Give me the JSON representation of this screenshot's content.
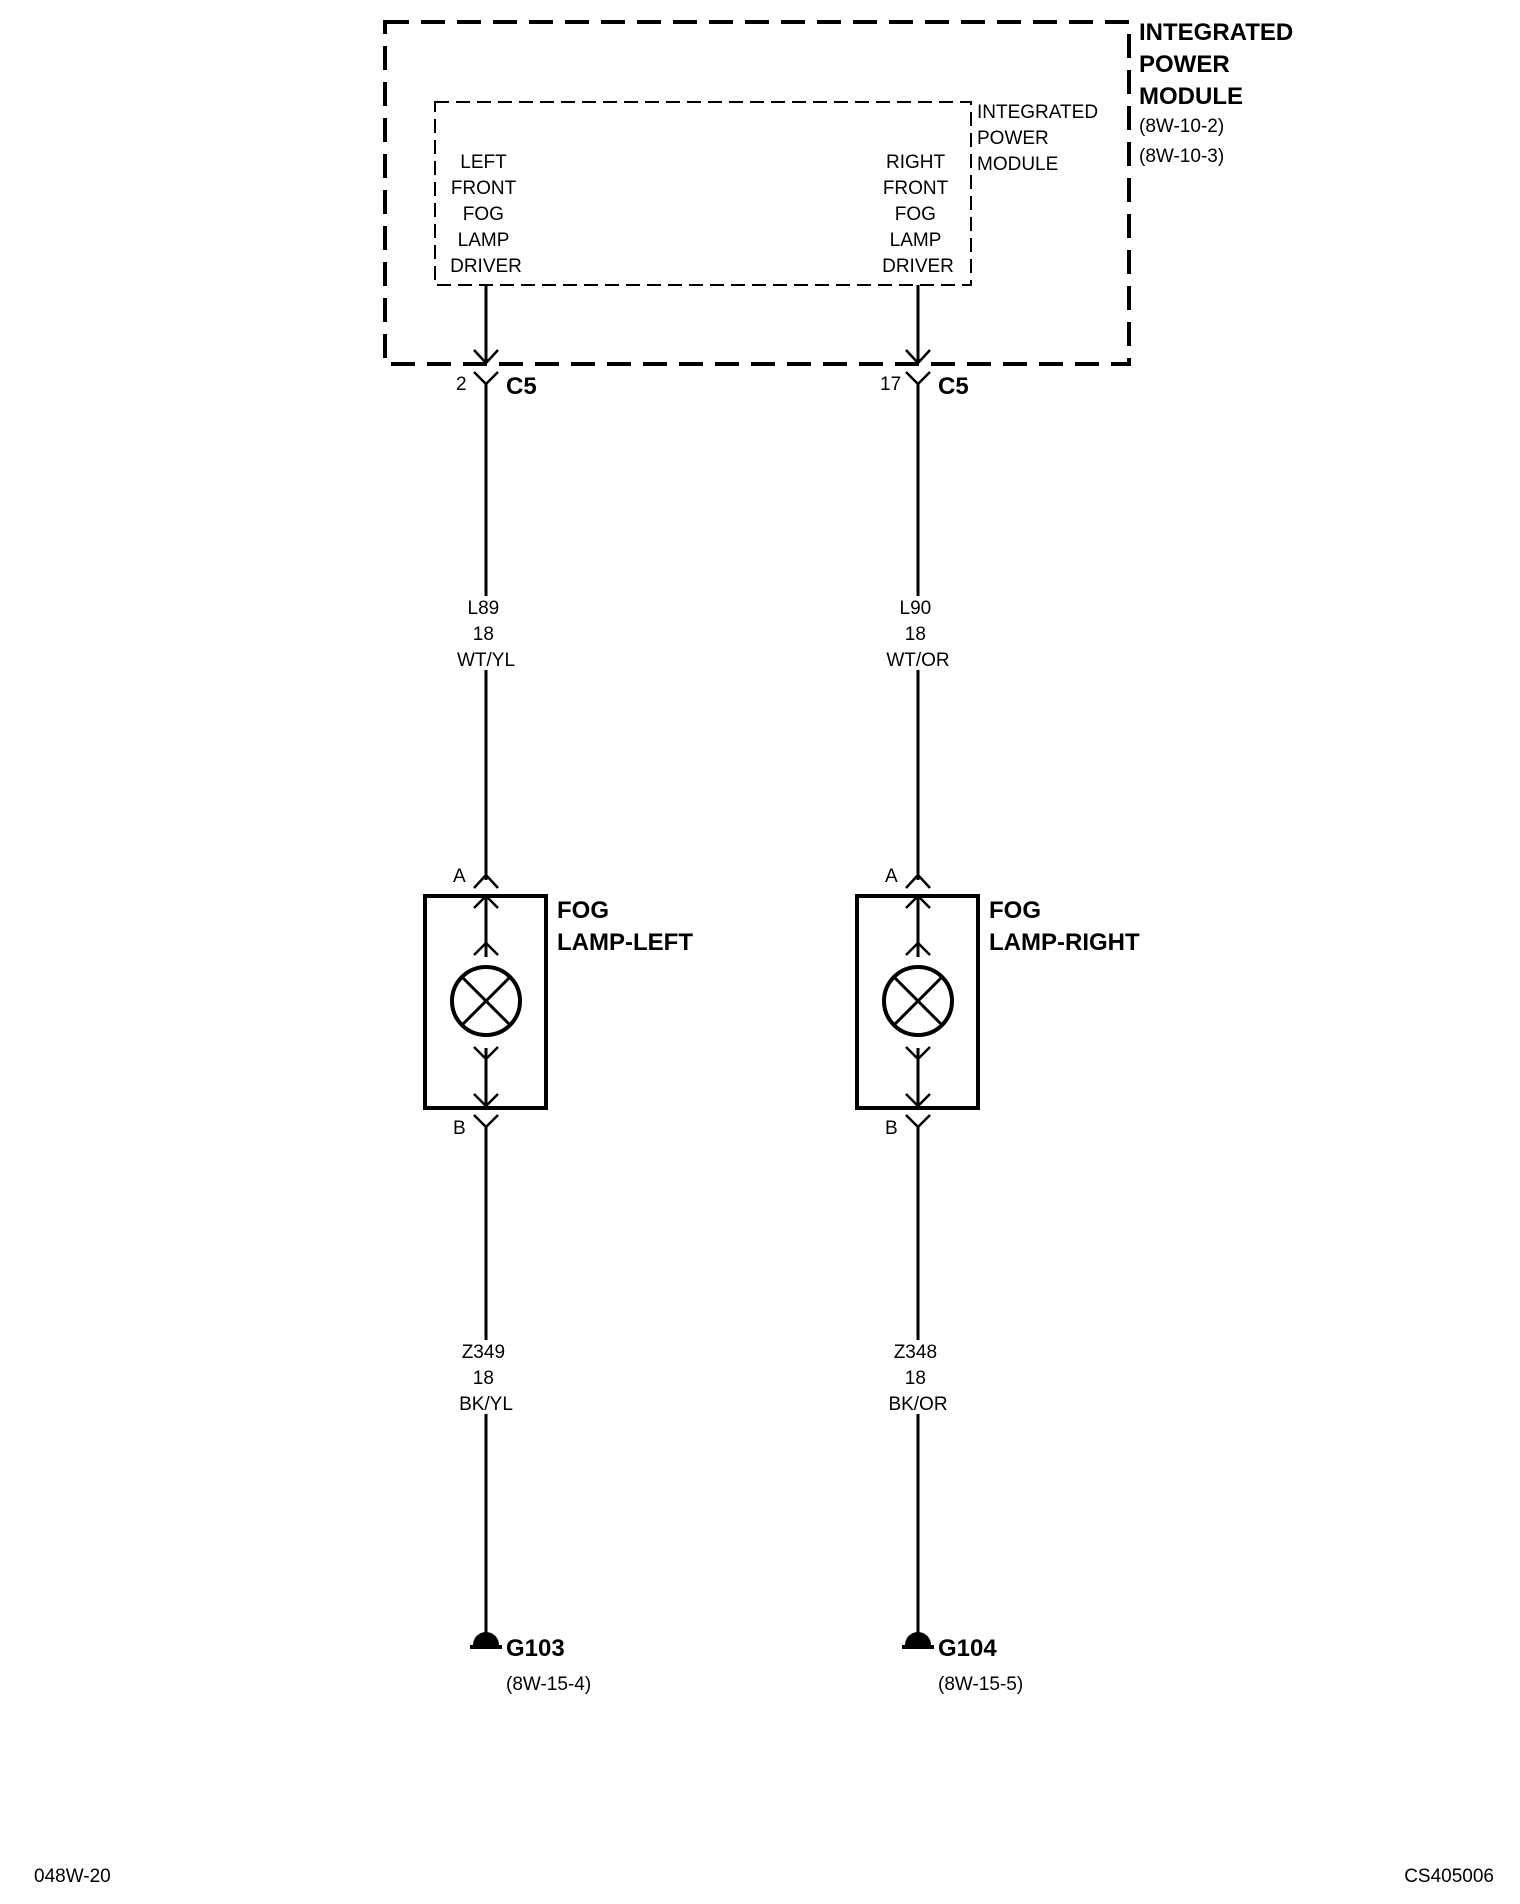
{
  "module": {
    "outer_title": [
      "INTEGRATED",
      "POWER",
      "MODULE"
    ],
    "outer_refs": [
      "(8W-10-2)",
      "(8W-10-3)"
    ],
    "inner_title": [
      "INTEGRATED",
      "POWER",
      "MODULE"
    ]
  },
  "drivers": {
    "left": [
      "LEFT",
      "FRONT",
      "FOG",
      "LAMP",
      "DRIVER"
    ],
    "right": [
      "RIGHT",
      "FRONT",
      "FOG",
      "LAMP",
      "DRIVER"
    ]
  },
  "connectors": {
    "left": {
      "pin": "2",
      "name": "C5"
    },
    "right": {
      "pin": "17",
      "name": "C5"
    }
  },
  "wires": {
    "left_top": [
      "L89",
      "18",
      "WT/YL"
    ],
    "right_top": [
      "L90",
      "18",
      "WT/OR"
    ],
    "left_bottom": [
      "Z349",
      "18",
      "BK/YL"
    ],
    "right_bottom": [
      "Z348",
      "18",
      "BK/OR"
    ]
  },
  "lamps": {
    "left": {
      "title": [
        "FOG",
        "LAMP-LEFT"
      ],
      "pin_a": "A",
      "pin_b": "B"
    },
    "right": {
      "title": [
        "FOG",
        "LAMP-RIGHT"
      ],
      "pin_a": "A",
      "pin_b": "B"
    }
  },
  "grounds": {
    "left": {
      "name": "G103",
      "ref": "(8W-15-4)"
    },
    "right": {
      "name": "G104",
      "ref": "(8W-15-5)"
    }
  },
  "footer": {
    "left": "048W-20",
    "right": "CS405006"
  }
}
